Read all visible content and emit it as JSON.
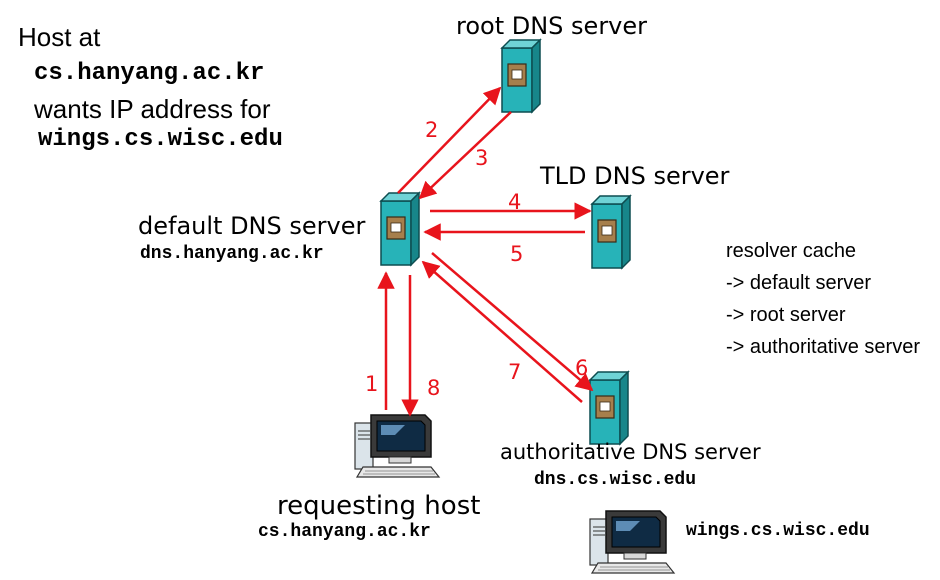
{
  "intro": {
    "line1": "Host at",
    "line2": "cs.hanyang.ac.kr",
    "line3": "wants IP address for",
    "line4": "wings.cs.wisc.edu"
  },
  "servers": {
    "root": {
      "label": "root DNS server"
    },
    "tld": {
      "label": "TLD DNS server"
    },
    "default": {
      "label": "default DNS server",
      "host": "dns.hanyang.ac.kr"
    },
    "authoritative": {
      "label": "authoritative DNS server",
      "host": "dns.cs.wisc.edu"
    }
  },
  "hosts": {
    "requesting": {
      "label": "requesting host",
      "host": "cs.hanyang.ac.kr"
    },
    "target": {
      "host": "wings.cs.wisc.edu"
    }
  },
  "cache": {
    "title": "resolver cache",
    "items": [
      "-> default server",
      "-> root server",
      "-> authoritative server"
    ]
  },
  "steps": [
    "1",
    "2",
    "3",
    "4",
    "5",
    "6",
    "7",
    "8"
  ],
  "colors": {
    "arrow": "#e8141c",
    "server_body": "#27b3b8",
    "server_face": "#a67f4c",
    "monitor": "#2a2a2a"
  }
}
